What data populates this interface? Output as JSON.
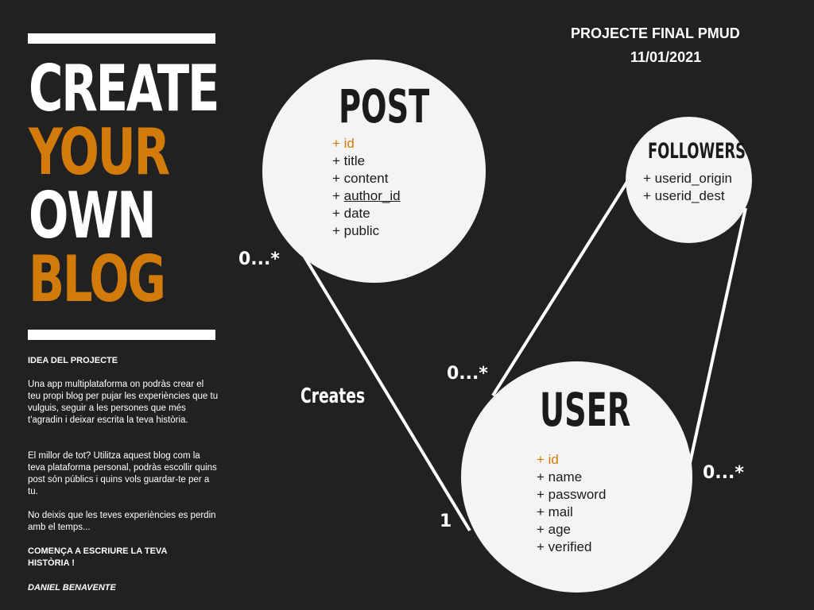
{
  "header": {
    "title": "PROJECTE FINAL PMUD",
    "date": "11/01/2021"
  },
  "poster": {
    "title_words": [
      "CREATE",
      "YOUR",
      "OWN",
      "BLOG"
    ],
    "title_colors": [
      "#ffffff",
      "#d27a0a",
      "#ffffff",
      "#d27a0a"
    ],
    "idea_heading": "IDEA DEL PROJECTE",
    "paragraph1": "Una app multiplataforma on podràs crear el teu propi blog per pujar les experiències que tu vulguis, seguir a les persones que més t'agradin i deixar escrita la teva història.",
    "paragraph2": "El millor de tot? Utilitza aquest blog com la teva plataforma personal, podràs escollir quins post són públics i quins vols guardar-te per a tu.",
    "paragraph3": "No deixis que les teves experiències es perdin amb el temps...",
    "cta": "COMENÇA A ESCRIURE LA TEVA HISTÒRIA !",
    "author": "DANIEL BENAVENTE"
  },
  "diagram": {
    "entities": {
      "post": {
        "name": "POST",
        "attributes": [
          "+ id",
          "+ title",
          "+ content",
          "+ author_id",
          "+ date",
          "+ public"
        ]
      },
      "followers": {
        "name": "FOLLOWERS",
        "attributes": [
          "+ userid_origin",
          "+ userid_dest"
        ]
      },
      "user": {
        "name": "USER",
        "attributes": [
          "+ id",
          "+ name",
          "+ password",
          "+ mail",
          "+ age",
          "+ verified"
        ]
      }
    },
    "relationship_label": "Creates",
    "multiplicities": {
      "post_side": "0...*",
      "user_creates_side": "1",
      "user_followers_side": "0...*",
      "followers_right_side": "0...*"
    },
    "colors": {
      "background": "#222122",
      "accent": "#d27a0a",
      "circle": "#f4f4f4",
      "text_dark": "#1b1b1b"
    }
  }
}
